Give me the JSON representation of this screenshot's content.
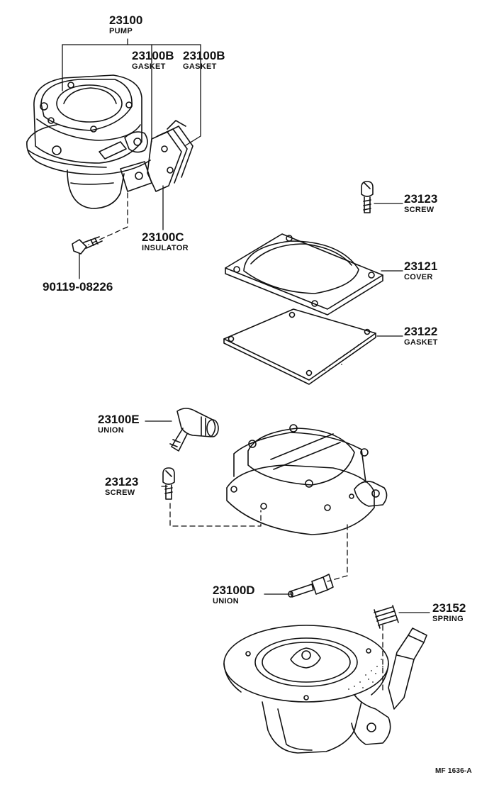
{
  "callouts": {
    "pump": {
      "number": "23100",
      "name": "PUMP"
    },
    "gasket_a": {
      "number": "23100B",
      "name": "GASKET"
    },
    "gasket_b": {
      "number": "23100B",
      "name": "GASKET"
    },
    "insulator": {
      "number": "23100C",
      "name": "INSULATOR"
    },
    "bolt": {
      "number": "90119-08226"
    },
    "screw_top": {
      "number": "23123",
      "name": "SCREW"
    },
    "cover": {
      "number": "23121",
      "name": "COVER"
    },
    "cover_gasket": {
      "number": "23122",
      "name": "GASKET"
    },
    "union_e": {
      "number": "23100E",
      "name": "UNION"
    },
    "screw_mid": {
      "number": "23123",
      "name": "SCREW"
    },
    "union_d": {
      "number": "23100D",
      "name": "UNION"
    },
    "spring": {
      "number": "23152",
      "name": "SPRING"
    }
  },
  "figure_code": "MF 1636-A"
}
